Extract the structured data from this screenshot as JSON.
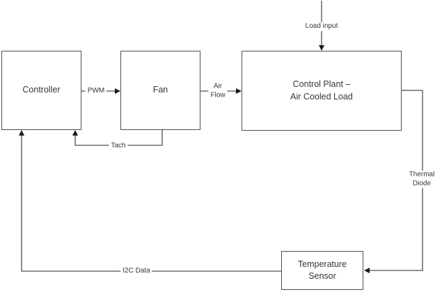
{
  "diagram": {
    "boxes": {
      "controller": {
        "label": "Controller"
      },
      "fan": {
        "label": "Fan"
      },
      "control_plant": {
        "label": "Control Plant –\nAir Cooled Load"
      },
      "temperature_sensor": {
        "label": "Temperature\nSensor"
      }
    },
    "connectors": {
      "load_input": {
        "label": "Load input"
      },
      "pwm": {
        "label": "PWM"
      },
      "air_flow": {
        "label": "Air\nFlow"
      },
      "tach": {
        "label": "Tach"
      },
      "thermal_diode": {
        "label": "Thermal\nDiode"
      },
      "i2c_data": {
        "label": "I2C Data"
      }
    },
    "colors": {
      "line": "#4d4d4d",
      "arrowhead": "#1a1a1a",
      "text": "#363636",
      "background": "#ffffff"
    }
  }
}
